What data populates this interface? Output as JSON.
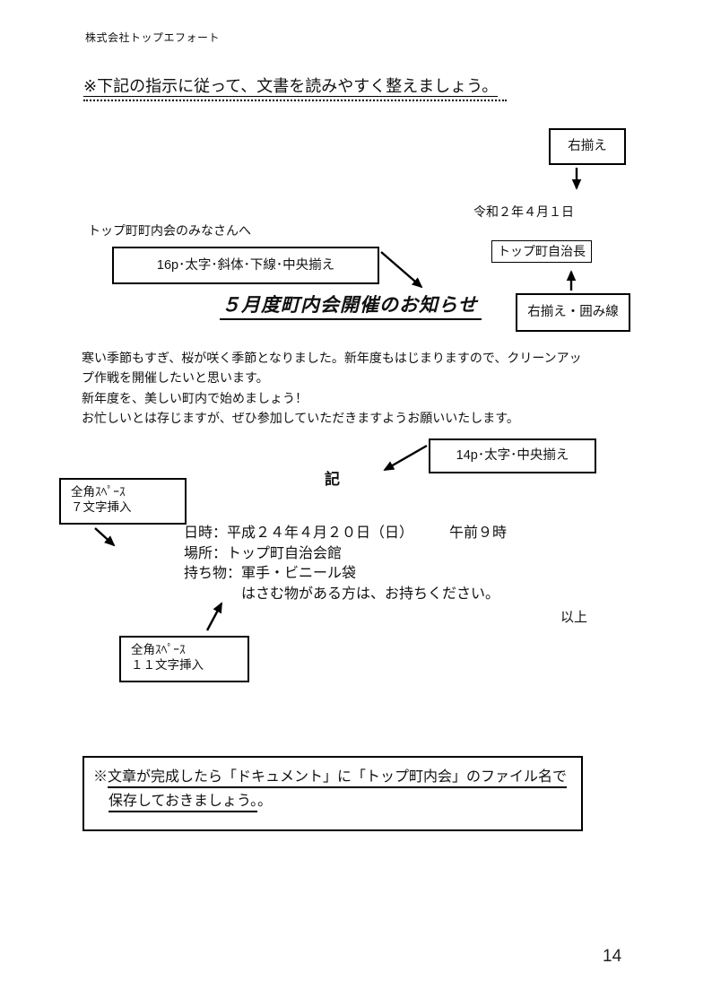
{
  "page": {
    "company": "株式会社トップエフォート",
    "instruction": "※下記の指示に従って、文書を読みやすく整えましょう。",
    "page_number": "14"
  },
  "callouts": {
    "right_align": {
      "label": "右揃え"
    },
    "title_format": {
      "label": "16p･太字･斜体･下線･中央揃え"
    },
    "sender_format": {
      "label": "右揃え・囲み線"
    },
    "ki_format": {
      "label": "14p･太字･中央揃え"
    },
    "space7": {
      "line1": "全角ｽﾍﾟｰｽ",
      "line2": "７文字挿入"
    },
    "space11": {
      "line1": "全角ｽﾍﾟｰｽ",
      "line2": "１１文字挿入"
    }
  },
  "document": {
    "date": "令和２年４月１日",
    "salutation": "トップ町町内会のみなさんへ",
    "sender": "トップ町自治長",
    "title": "５月度町内会開催のお知らせ",
    "body_lines": [
      "寒い季節もすぎ、桜が咲く季節となりました。新年度もはじまりますので、クリーンアッ",
      "プ作戦を開催したいと思います。",
      "新年度を、美しい町内で始めましょう！",
      "お忙しいとは存じますが、ぜひ参加していただきますようお願いいたします。"
    ],
    "ki": "記",
    "detail_lines": [
      "　　　　　　　日時：平成２４年４月２０日（日）　　　午前９時",
      "　　　　　　　場所：トップ町自治会館",
      "　　　　　　　持ち物：軍手・ビニール袋",
      "　　　　　　　　　　　はさむ物がある方は、お持ちください。"
    ],
    "closing": "以上"
  },
  "note": {
    "prefix": "※",
    "line1": "文章が完成したら「ドキュメント」に「トップ町内会」のファイル名で",
    "line2": "保存しておきましょう。",
    "line2_suffix": "。"
  }
}
